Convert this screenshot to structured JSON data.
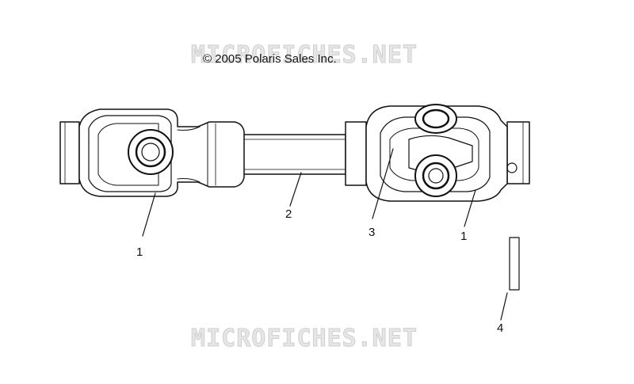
{
  "watermark": "MICROFICHES.NET",
  "copyright": "© 2005 Polaris Sales Inc.",
  "callouts": [
    {
      "label": "1",
      "part": "u-joint-yoke-left"
    },
    {
      "label": "2",
      "part": "drive-shaft-tube"
    },
    {
      "label": "3",
      "part": "u-joint-cross"
    },
    {
      "label": "1",
      "part": "u-joint-yoke-right"
    },
    {
      "label": "4",
      "part": "key"
    }
  ],
  "colors": {
    "line": "#111111",
    "watermark": "#e6e6e6",
    "background": "#ffffff"
  }
}
